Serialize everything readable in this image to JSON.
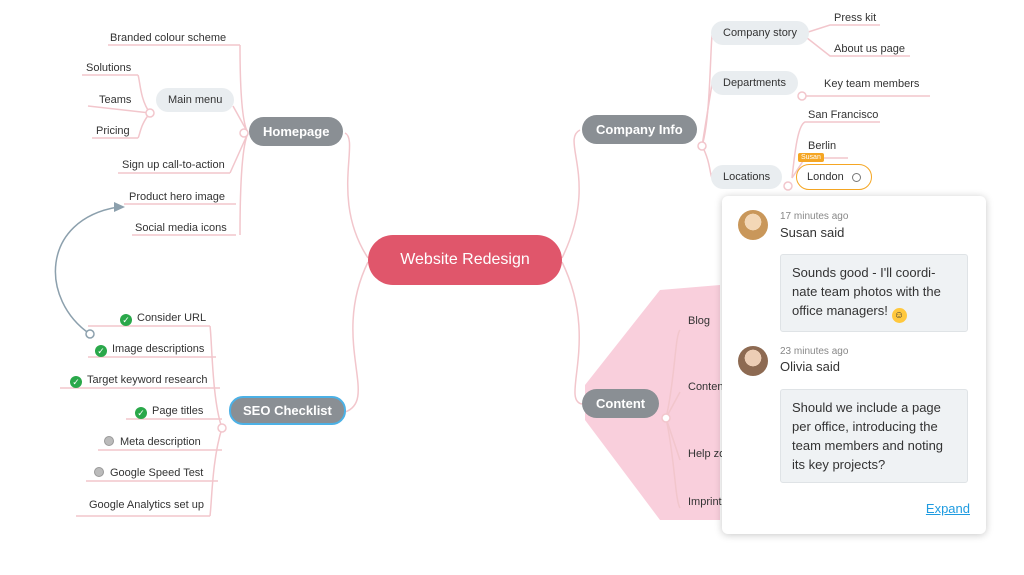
{
  "root": {
    "label": "Website Redesign"
  },
  "homepage": {
    "label": "Homepage",
    "branded": "Branded colour scheme",
    "main_menu": {
      "label": "Main menu",
      "items": [
        "Solutions",
        "Teams",
        "Pricing"
      ]
    },
    "signup": "Sign up call-to-action",
    "hero": "Product hero image",
    "social": "Social media icons"
  },
  "seo": {
    "label": "SEO Checklist",
    "items": [
      {
        "label": "Consider URL",
        "status": "done"
      },
      {
        "label": "Image descriptions",
        "status": "done"
      },
      {
        "label": "Target keyword research",
        "status": "done"
      },
      {
        "label": "Page titles",
        "status": "done"
      },
      {
        "label": "Meta description",
        "status": "pending"
      },
      {
        "label": "Google Speed Test",
        "status": "pending"
      },
      {
        "label": "Google Analytics set up",
        "status": "none"
      }
    ]
  },
  "company": {
    "label": "Company Info",
    "story": {
      "label": "Company story",
      "press": "Press kit",
      "about": "About us page"
    },
    "departments": {
      "label": "Departments",
      "key": "Key team members"
    },
    "locations": {
      "label": "Locations",
      "sf": "San Francisco",
      "berlin": "Berlin",
      "london": "London",
      "tag": "Susan"
    }
  },
  "content": {
    "label": "Content",
    "items": [
      "Blog",
      "Conten",
      "Help zo",
      "Imprint"
    ]
  },
  "comments": {
    "c1": {
      "ago": "17 minutes ago",
      "said": "Susan said",
      "text": "Sounds good - I'll coordi-nate team photos with the office managers!"
    },
    "c2": {
      "ago": "23 minutes ago",
      "said": "Olivia said",
      "text": "Should we include a page per office, introducing the team members and noting its key projects?"
    },
    "expand": "Expand"
  },
  "colors": {
    "root": "#e0566b",
    "link": "#f2c6cc",
    "topic": "#8a8f94",
    "accent": "#1e9be0",
    "check": "#2aa84a",
    "highlight": "#f5a623"
  }
}
